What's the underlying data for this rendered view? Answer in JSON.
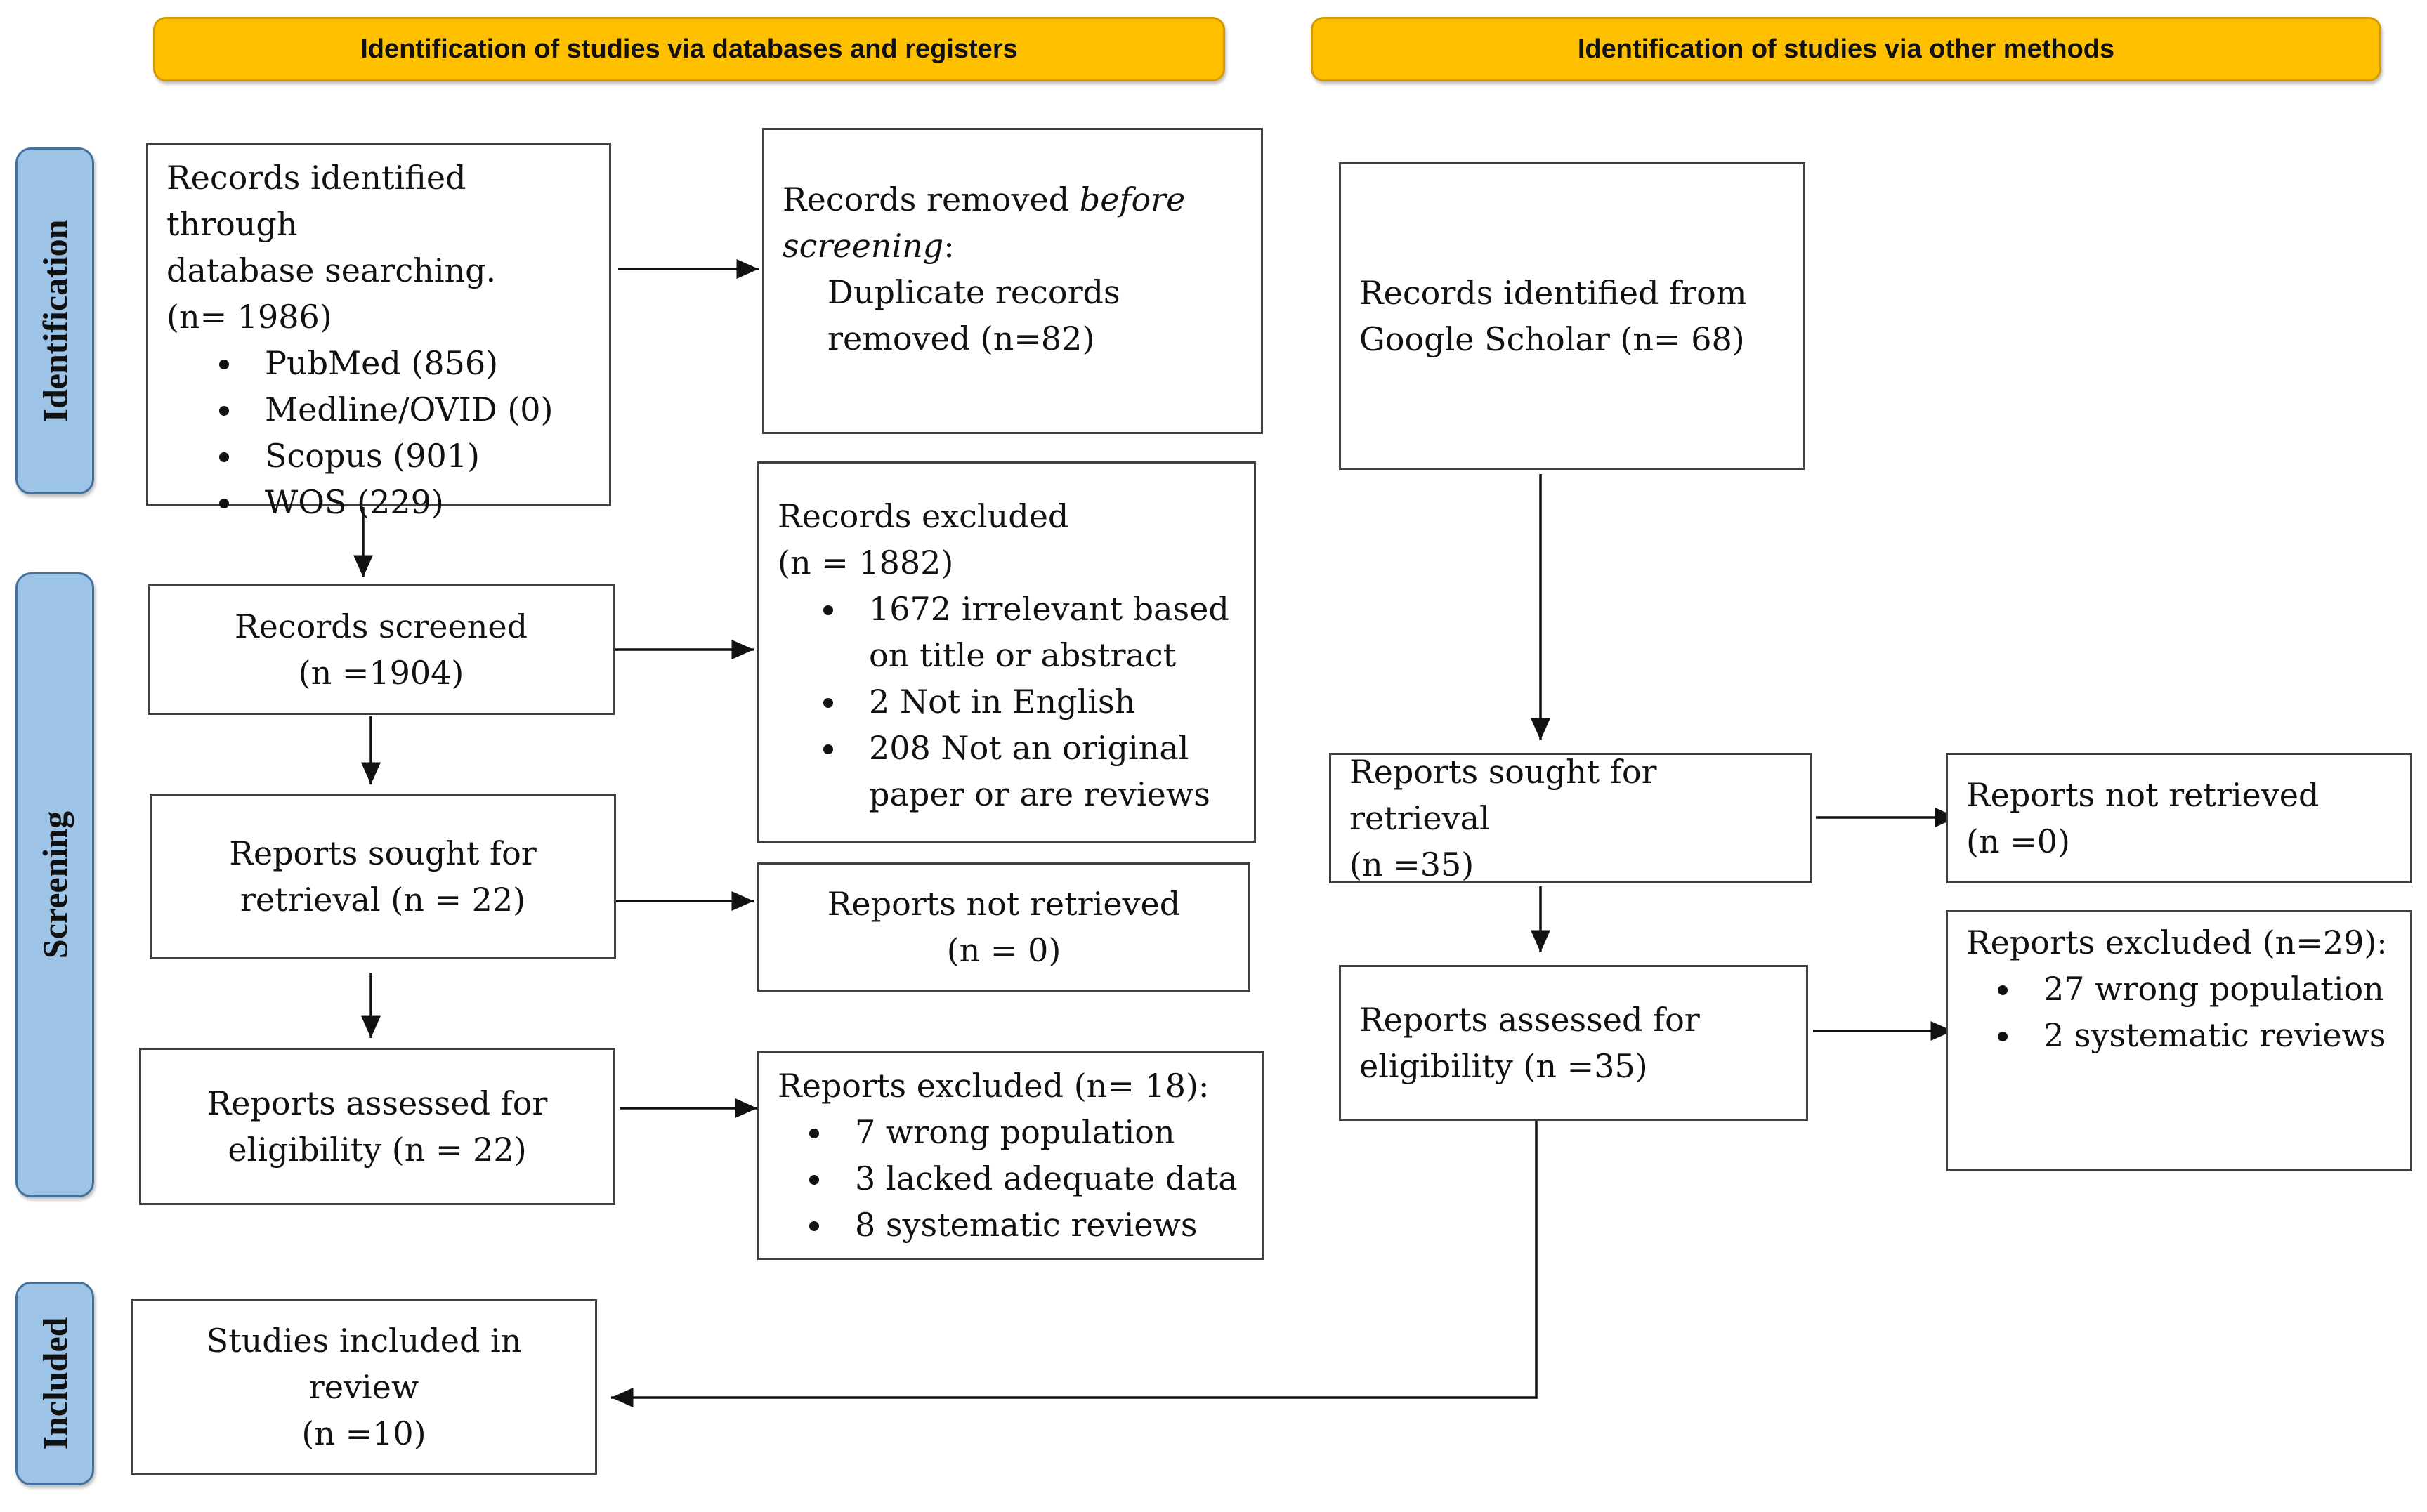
{
  "headers": {
    "databases": "Identification of studies via databases and registers",
    "other": "Identification of studies via other methods"
  },
  "stages": {
    "identification": "Identification",
    "screening": "Screening",
    "included": "Included"
  },
  "boxes": {
    "records_identified": {
      "line1": "Records identified through",
      "line2": "database searching.",
      "line3": "(n= 1986)",
      "items": [
        "PubMed (856)",
        "Medline/OVID (0)",
        "Scopus (901)",
        "WOS (229)"
      ]
    },
    "records_removed": {
      "prefix": "Records removed ",
      "em1": "before",
      "em2": "screening",
      "suffix": ":",
      "line3": "Duplicate records",
      "line4": "removed (n=82)"
    },
    "records_screened": {
      "line1": "Records screened",
      "line2": "(n =1904)"
    },
    "records_excluded": {
      "line1": "Records excluded",
      "line2": "(n = 1882)",
      "items": [
        "1672 irrelevant based on title or abstract",
        "2 Not in English",
        "208 Not an original paper or are reviews"
      ]
    },
    "sought_db": {
      "line1": "Reports sought for",
      "line2": "retrieval (n = 22)"
    },
    "not_retrieved_db": {
      "line1": "Reports not retrieved",
      "line2": "(n = 0)"
    },
    "assessed_db": {
      "line1": "Reports assessed for",
      "line2": "eligibility (n = 22)"
    },
    "excluded_db": {
      "line1": "Reports excluded (n= 18):",
      "items": [
        "7 wrong population",
        "3 lacked adequate data",
        "8 systematic reviews"
      ]
    },
    "included": {
      "line1": "Studies included in review",
      "line2": "(n =10)"
    },
    "google_scholar": {
      "line1": "Records identified from",
      "line2": "Google Scholar (n= 68)"
    },
    "sought_other": {
      "line1": "Reports sought for retrieval",
      "line2": "(n =35)"
    },
    "not_retrieved_other": {
      "line1": "Reports not retrieved",
      "line2": "(n =0)"
    },
    "assessed_other": {
      "line1": "Reports assessed for",
      "line2": "eligibility (n =35)"
    },
    "excluded_other": {
      "line1": "Reports excluded (n=29):",
      "items": [
        "27 wrong population",
        "2 systematic reviews"
      ]
    }
  }
}
